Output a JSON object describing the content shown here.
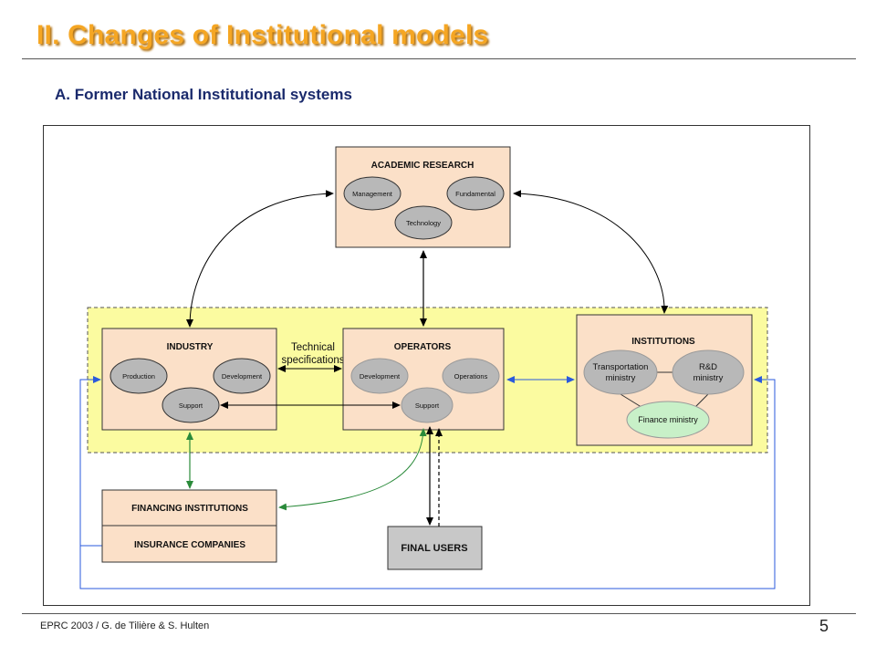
{
  "slide": {
    "title": "II. Changes of Institutional models",
    "subtitle": "A. Former National Institutional systems"
  },
  "diagram": {
    "academic": {
      "title": "ACADEMIC RESEARCH",
      "management": "Management",
      "fundamental": "Fundamental",
      "technology": "Technology"
    },
    "industry": {
      "title": "INDUSTRY",
      "production": "Production",
      "development": "Development",
      "support": "Support"
    },
    "tech_spec": {
      "line1": "Technical",
      "line2": "specifications"
    },
    "operators": {
      "title": "OPERATORS",
      "development": "Development",
      "operations": "Operations",
      "support": "Support"
    },
    "institutions": {
      "title": "INSTITUTIONS",
      "transport_l1": "Transportation",
      "transport_l2": "ministry",
      "rd_l1": "R&D",
      "rd_l2": "ministry",
      "finance": "Finance ministry"
    },
    "financing": {
      "top": "FINANCING INSTITUTIONS",
      "bottom": "INSURANCE COMPANIES"
    },
    "final_users": "FINAL USERS",
    "colors": {
      "box_fill": "#fbe0c8",
      "zone_fill": "#fbfba0",
      "ellipse_grey": "#b8b8b8",
      "ellipse_green": "#c8f0c8",
      "final_users_fill": "#c8c8c8",
      "green_arrow": "#2a8a3a",
      "blue_arrow": "#2a5adc"
    }
  },
  "footer": {
    "credit": "EPRC 2003 / G. de Tilière & S. Hulten",
    "page": "5"
  }
}
